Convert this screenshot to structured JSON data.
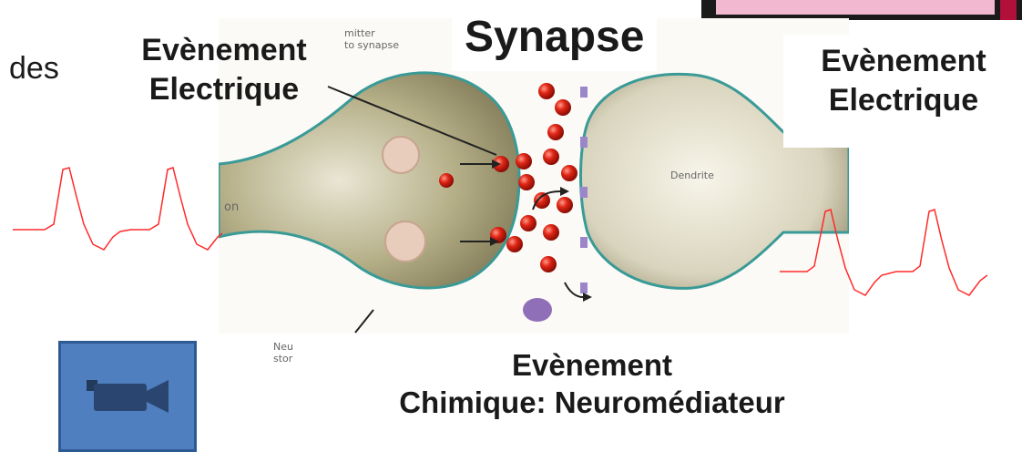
{
  "title": "Synapse",
  "left_event": {
    "line1": "Evènement",
    "line2": "Electrique"
  },
  "right_event": {
    "line1": "Evènement",
    "line2": "Electrique"
  },
  "chemical_event": {
    "line1": "Evènement",
    "line2": "Chimique: Neuromédiateur"
  },
  "fragment_left": "des",
  "illustration": {
    "label_transmitter": "mitter\nto synapse",
    "label_dendrite": "Dendrite",
    "label_axon": "on",
    "label_storage": "Neu\nstor"
  },
  "video_icon": "video-camera-icon",
  "colors": {
    "accent": "#4f7fbf",
    "trace": "#ff2a2a",
    "vesicle": "#d61a12",
    "corner": "#b0103a"
  }
}
